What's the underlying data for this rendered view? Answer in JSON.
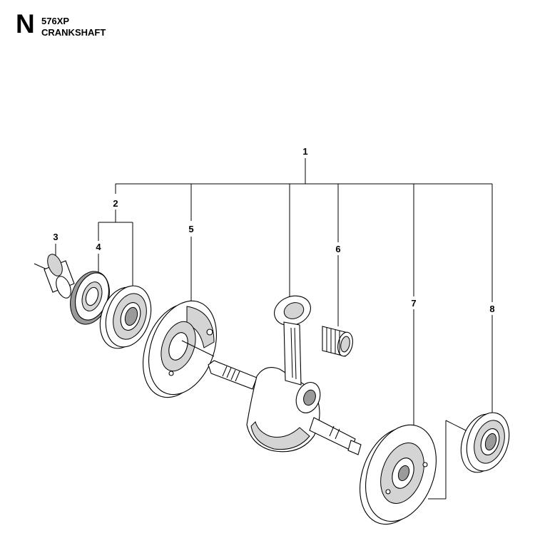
{
  "header": {
    "section_letter": "N",
    "model": "576XP",
    "title": "CRANKSHAFT"
  },
  "callouts": [
    "1",
    "2",
    "3",
    "4",
    "5",
    "6",
    "7",
    "8"
  ]
}
